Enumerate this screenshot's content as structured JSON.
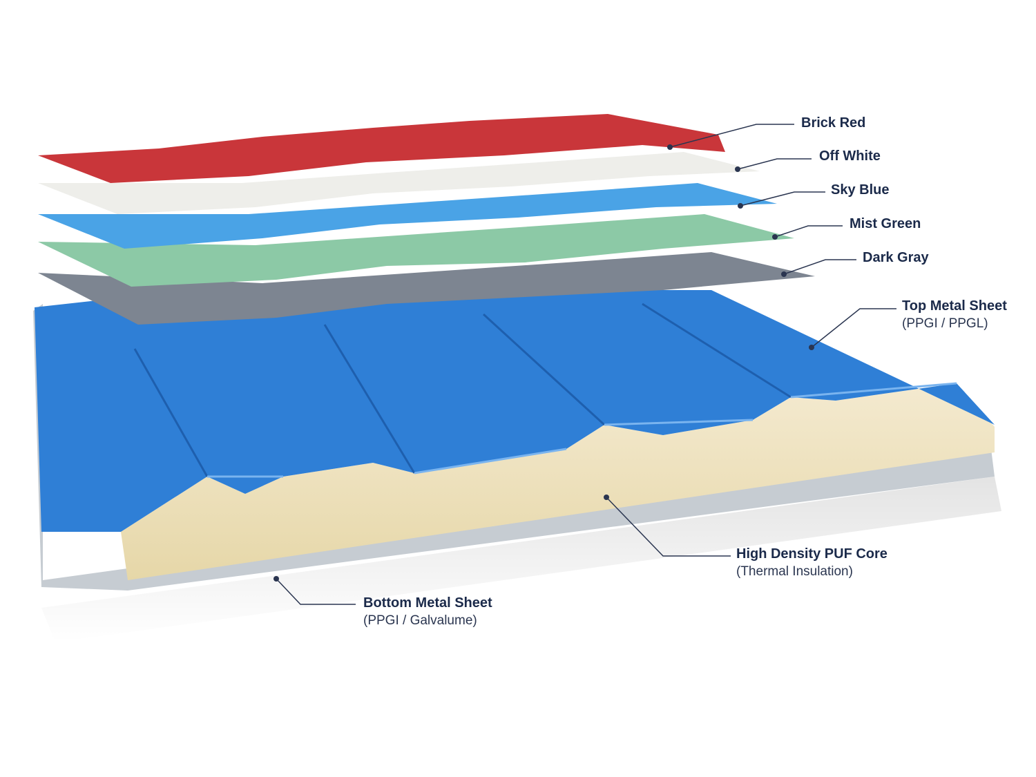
{
  "colors": {
    "brick_red": "#c9363a",
    "off_white": "#eeeeea",
    "sky_blue": "#4aa3e6",
    "mist_green": "#8cc9a6",
    "dark_gray": "#7d8591",
    "top_sheet": "#2f7fd6",
    "puf_core": "#f1e6c1",
    "bottom_sheet": "#c6ccd2",
    "label_text": "#1b2a4a"
  },
  "labels": {
    "brick_red": {
      "title": "Brick Red"
    },
    "off_white": {
      "title": "Off White"
    },
    "sky_blue": {
      "title": "Sky Blue"
    },
    "mist_green": {
      "title": "Mist Green"
    },
    "dark_gray": {
      "title": "Dark Gray"
    },
    "top_sheet": {
      "title": "Top Metal Sheet",
      "sub": "(PPGI / PPGL)"
    },
    "puf_core": {
      "title": "High Density PUF Core",
      "sub": "(Thermal Insulation)"
    },
    "bottom_sheet": {
      "title": "Bottom Metal Sheet",
      "sub": "(PPGI / Galvalume)"
    }
  }
}
